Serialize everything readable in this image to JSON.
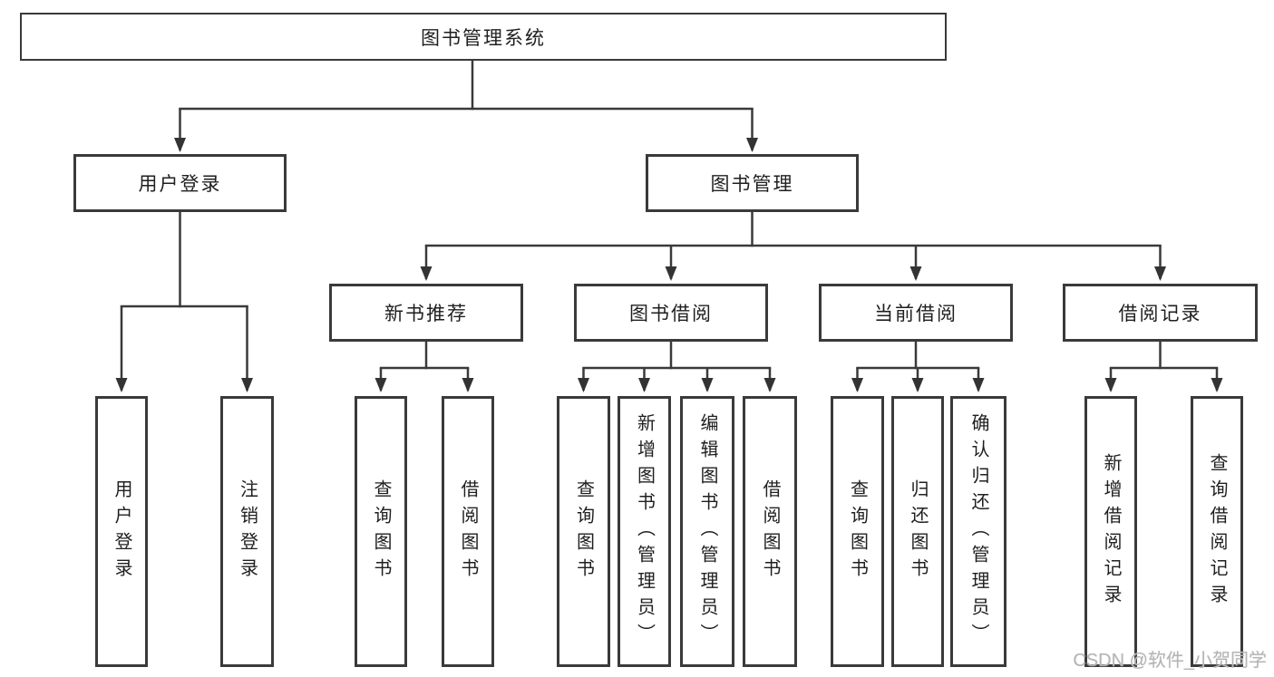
{
  "diagram": {
    "title": "图书管理系统",
    "root": {
      "label": "图书管理系统"
    },
    "user_login": {
      "label": "用户登录",
      "children": [
        {
          "label": "用户登录"
        },
        {
          "label": "注销登录"
        }
      ]
    },
    "book_mgmt": {
      "label": "图书管理",
      "sections": {
        "new_book_rec": {
          "label": "新书推荐",
          "children": [
            {
              "label": "查询图书"
            },
            {
              "label": "借阅图书"
            }
          ]
        },
        "book_borrow": {
          "label": "图书借阅",
          "children": [
            {
              "label": "查询图书"
            },
            {
              "label": "新增图书（管理员）"
            },
            {
              "label": "编辑图书（管理员）"
            },
            {
              "label": "借阅图书"
            }
          ]
        },
        "current_borrow": {
          "label": "当前借阅",
          "children": [
            {
              "label": "查询图书"
            },
            {
              "label": "归还图书"
            },
            {
              "label": "确认归还（管理员）"
            }
          ]
        },
        "borrow_records": {
          "label": "借阅记录",
          "children": [
            {
              "label": "新增借阅记录"
            },
            {
              "label": "查询借阅记录"
            }
          ]
        }
      }
    },
    "watermark": "CSDN @软件_小贺同学",
    "colors": {
      "line": "#3a3a3a",
      "text": "#1f1f1f",
      "watermark": "#b5b5b5",
      "background": "#ffffff"
    }
  }
}
